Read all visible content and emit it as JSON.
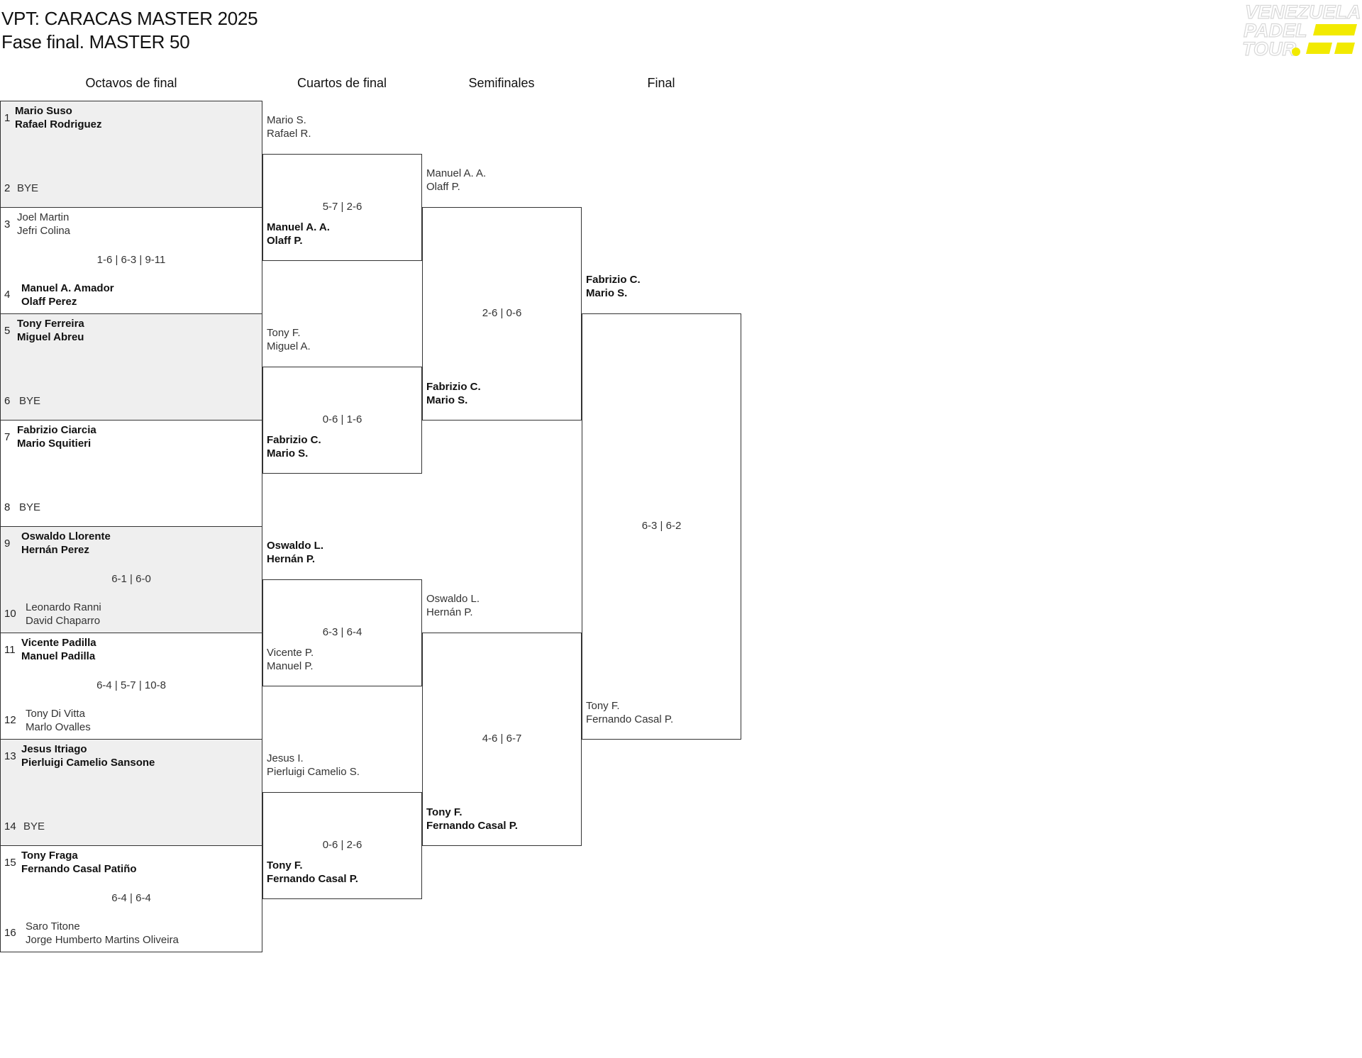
{
  "title": {
    "line1": "VPT: CARACAS MASTER 2025",
    "line2": "Fase final. MASTER 50"
  },
  "logo": {
    "text": "VENEZUELA PADEL TOUR",
    "accent_color": "#f2ea00"
  },
  "rounds": [
    "Octavos de final",
    "Cuartos de final",
    "Semifinales",
    "Final"
  ],
  "r16": [
    {
      "seedA": "1",
      "seedB": "2",
      "teamA": [
        "Mario Suso",
        "Rafael Rodriguez"
      ],
      "teamB": [
        "BYE"
      ],
      "winner": "A",
      "score": ""
    },
    {
      "seedA": "3",
      "seedB": "4",
      "teamA": [
        "Joel Martin",
        "Jefri Colina"
      ],
      "teamB": [
        "Manuel A. Amador",
        "Olaff Perez"
      ],
      "winner": "B",
      "score": "1-6 | 6-3 | 9-11"
    },
    {
      "seedA": "5",
      "seedB": "6",
      "teamA": [
        "Tony Ferreira",
        "Miguel Abreu"
      ],
      "teamB": [
        "BYE"
      ],
      "winner": "A",
      "score": ""
    },
    {
      "seedA": "7",
      "seedB": "8",
      "teamA": [
        "Fabrizio Ciarcia",
        "Mario Squitieri"
      ],
      "teamB": [
        "BYE"
      ],
      "winner": "A",
      "score": ""
    },
    {
      "seedA": "9",
      "seedB": "10",
      "teamA": [
        "Oswaldo Llorente",
        "Hernán Perez"
      ],
      "teamB": [
        "Leonardo Ranni",
        "David Chaparro"
      ],
      "winner": "A",
      "score": "6-1 | 6-0"
    },
    {
      "seedA": "11",
      "seedB": "12",
      "teamA": [
        "Vicente Padilla",
        "Manuel Padilla"
      ],
      "teamB": [
        "Tony Di Vitta",
        "Marlo Ovalles"
      ],
      "winner": "A",
      "score": "6-4 | 5-7 | 10-8"
    },
    {
      "seedA": "13",
      "seedB": "14",
      "teamA": [
        "Jesus Itriago",
        "Pierluigi Camelio Sansone"
      ],
      "teamB": [
        "BYE"
      ],
      "winner": "A",
      "score": ""
    },
    {
      "seedA": "15",
      "seedB": "16",
      "teamA": [
        "Tony Fraga",
        "Fernando Casal Patiño"
      ],
      "teamB": [
        "Saro Titone",
        "Jorge Humberto Martins Oliveira"
      ],
      "winner": "A",
      "score": "6-4 | 6-4"
    }
  ],
  "qf": [
    {
      "teamA": [
        "Mario S.",
        "Rafael R."
      ],
      "teamB": [
        "Manuel A. A.",
        "Olaff P."
      ],
      "winner": "B",
      "score": "5-7 | 2-6"
    },
    {
      "teamA": [
        "Tony F.",
        "Miguel A."
      ],
      "teamB": [
        "Fabrizio C.",
        "Mario S."
      ],
      "winner": "B",
      "score": "0-6 | 1-6"
    },
    {
      "teamA": [
        "Oswaldo L.",
        "Hernán P."
      ],
      "teamB": [
        "Vicente P.",
        "Manuel P."
      ],
      "winner": "A",
      "score": "6-3 | 6-4"
    },
    {
      "teamA": [
        "Jesus I.",
        "Pierluigi Camelio S."
      ],
      "teamB": [
        "Tony F.",
        "Fernando Casal P."
      ],
      "winner": "B",
      "score": "0-6 | 2-6"
    }
  ],
  "sf": [
    {
      "teamA": [
        "Manuel A. A.",
        "Olaff P."
      ],
      "teamB": [
        "Fabrizio C.",
        "Mario S."
      ],
      "winner": "B",
      "score": "2-6 | 0-6"
    },
    {
      "teamA": [
        "Oswaldo L.",
        "Hernán P."
      ],
      "teamB": [
        "Tony F.",
        "Fernando Casal P."
      ],
      "winner": "B",
      "score": "4-6 | 6-7"
    }
  ],
  "final": [
    {
      "teamA": [
        "Fabrizio C.",
        "Mario S."
      ],
      "teamB": [
        "Tony F.",
        "Fernando Casal P."
      ],
      "winner": "A",
      "score": "6-3 | 6-2"
    }
  ]
}
